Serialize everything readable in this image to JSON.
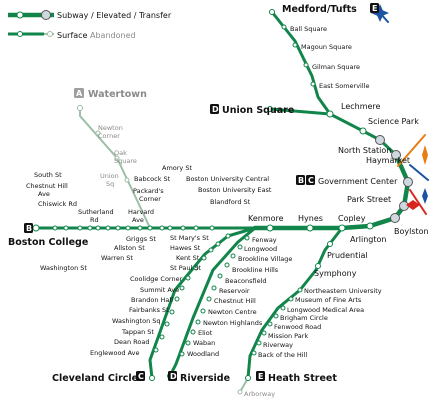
{
  "legend": {
    "subway_label": "Subway / Elevated / Transfer",
    "surface_label": "Surface",
    "abandoned_label": "Abandoned"
  },
  "colors": {
    "green_line": "#11854a",
    "abandoned": "#9bbfa7",
    "transfer_blue": "#1c53a2",
    "orange": "#e87d11",
    "red": "#d7261e",
    "silver": "#8d8d8d"
  },
  "branches": {
    "B": {
      "letter": "B",
      "terminus": "Boston College"
    },
    "C": {
      "letter": "C",
      "terminus": "Cleveland Circle"
    },
    "D": {
      "letter": "D",
      "terminus": "Riverside"
    },
    "E": {
      "letter": "E",
      "terminus": "Heath Street"
    },
    "A": {
      "letter": "A",
      "terminus": "Watertown"
    },
    "E_north": {
      "letter": "E",
      "terminus": "Medford/Tufts"
    },
    "D_north": {
      "letter": "D",
      "terminus": "Union Square"
    },
    "BC": {
      "letter1": "B",
      "letter2": "C",
      "terminus": "Government Center"
    }
  },
  "stations": {
    "northern": [
      "Ball Square",
      "Magoun Square",
      "Gilman Square",
      "East Somerville",
      "Lechmere",
      "Science Park",
      "North Station",
      "Haymarket",
      "Park Street",
      "Boylston"
    ],
    "trunk": [
      "Kenmore",
      "Hynes",
      "Copley",
      "Arlington"
    ],
    "a_branch": [
      "Newton Corner",
      "Oak Square",
      "Union Sq",
      "Packard's Corner"
    ],
    "b_branch": [
      "South St",
      "Chestnut Hill Ave",
      "Chiswick Rd",
      "Sutherland Rd",
      "Washington St",
      "Warren St",
      "Allston St",
      "Griggs St",
      "Harvard Ave",
      "Babcock St",
      "Amory St",
      "Boston University Central",
      "Boston University East",
      "Blandford St"
    ],
    "b_branch_split": {
      "chestnut_hill_1": "Chestnut Hill",
      "chestnut_hill_2": "Ave",
      "sutherland_1": "Sutherland",
      "sutherland_2": "Rd",
      "packards_1": "Packard's",
      "packards_2": "Corner",
      "harvard_1": "Harvard",
      "harvard_2": "Ave",
      "newton_corner_1": "Newton",
      "newton_corner_2": "Corner",
      "oak_square_1": "Oak",
      "oak_square_2": "Square",
      "union_sq_1": "Union",
      "union_sq_2": "Sq"
    },
    "c_branch": [
      "St Mary's St",
      "Hawes St",
      "Kent St",
      "St Paul St",
      "Coolidge Corner",
      "Summit Ave",
      "Brandon Hall",
      "Fairbanks St",
      "Washington Sq",
      "Tappan St",
      "Dean Road",
      "Englewood Ave"
    ],
    "d_branch": [
      "Fenway",
      "Longwood",
      "Brookline Village",
      "Brookline Hills",
      "Beaconsfield",
      "Reservoir",
      "Chestnut Hill",
      "Newton Centre",
      "Newton Highlands",
      "Eliot",
      "Waban",
      "Woodland"
    ],
    "e_branch": [
      "Prudential",
      "Symphony",
      "Northeastern University",
      "Museum of Fine Arts",
      "Longwood Medical Area",
      "Brigham Circle",
      "Fenwood Road",
      "Mission Park",
      "Riverway",
      "Back of the Hill"
    ],
    "arborway": "Arborway"
  }
}
